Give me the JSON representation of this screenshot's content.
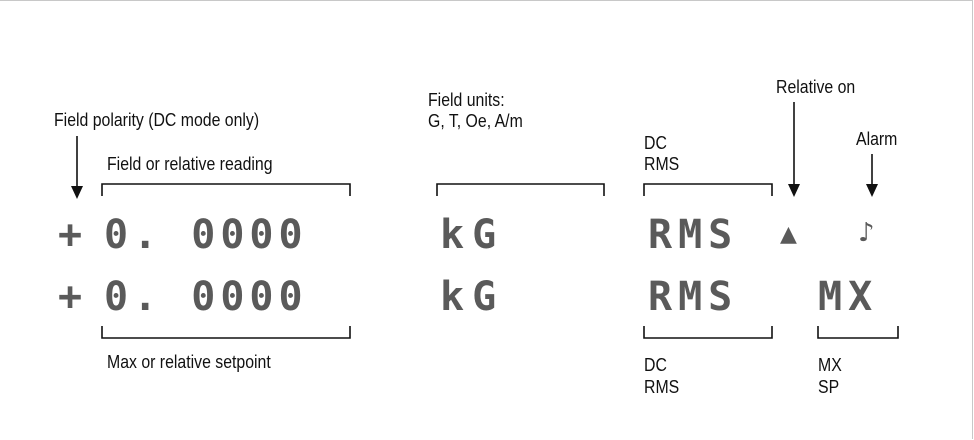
{
  "labels": {
    "field_polarity": "Field polarity (DC mode only)",
    "field_or_relative": "Field or relative reading",
    "field_units_title": "Field units:",
    "field_units_list": "G, T, Oe, A/m",
    "relative_on": "Relative on",
    "alarm": "Alarm",
    "top_dc": "DC",
    "top_rms": "RMS",
    "max_or_setpoint": "Max or relative setpoint",
    "bottom_dc": "DC",
    "bottom_rms": "RMS",
    "mx": "MX",
    "sp": "SP"
  },
  "display": {
    "row1": {
      "sign": "+",
      "reading": "0. 0000",
      "units": "kG",
      "mode": "RMS",
      "relative_symbol": "▲",
      "alarm_symbol": "♪"
    },
    "row2": {
      "sign": "+",
      "reading": "0. 0000",
      "units": "kG",
      "mode": "RMS",
      "mode2": "MX"
    }
  }
}
